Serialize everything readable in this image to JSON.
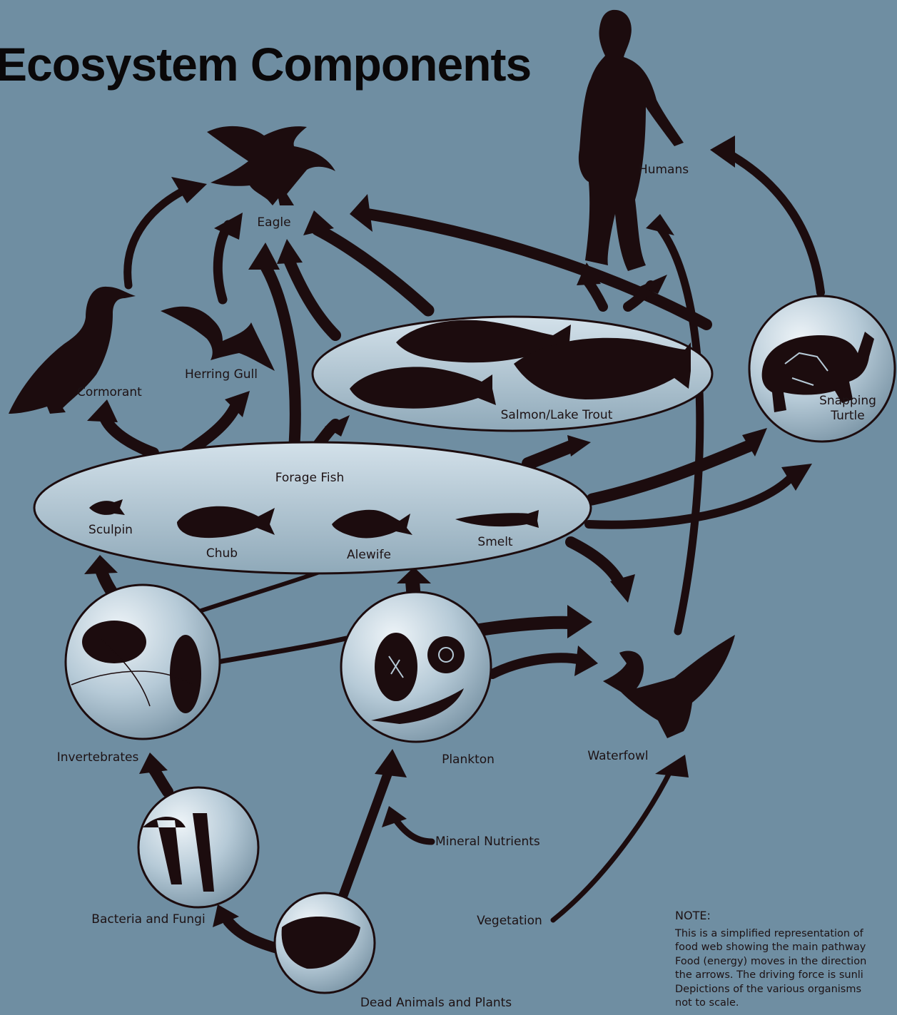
{
  "title": "Ecosystem Components",
  "labels": {
    "eagle": "Eagle",
    "humans": "Humans",
    "herring_gull": "Herring Gull",
    "cormorant": "Cormorant",
    "salmon_lake_trout": "Salmon/Lake Trout",
    "snapping_turtle_line1": "Snapping",
    "snapping_turtle_line2": "Turtle",
    "forage_fish": "Forage Fish",
    "sculpin": "Sculpin",
    "chub": "Chub",
    "alewife": "Alewife",
    "smelt": "Smelt",
    "invertebrates": "Invertebrates",
    "plankton": "Plankton",
    "waterfowl": "Waterfowl",
    "mineral_nutrients": "Mineral Nutrients",
    "bacteria_and_fungi": "Bacteria and Fungi",
    "vegetation": "Vegetation",
    "dead_animals_and_plants": "Dead Animals and Plants"
  },
  "note": {
    "heading": "NOTE:",
    "line1": "This is a simplified representation of",
    "line2": "food web showing the main pathway",
    "line3": "Food (energy) moves in the direction",
    "line4": "the arrows. The driving force is sunli",
    "line5": "Depictions of the various organisms",
    "line6": "not to scale."
  },
  "colors": {
    "background": "#6f8ea2",
    "silhouette": "#1c0c0e",
    "bubble": "#b4c9d6"
  }
}
